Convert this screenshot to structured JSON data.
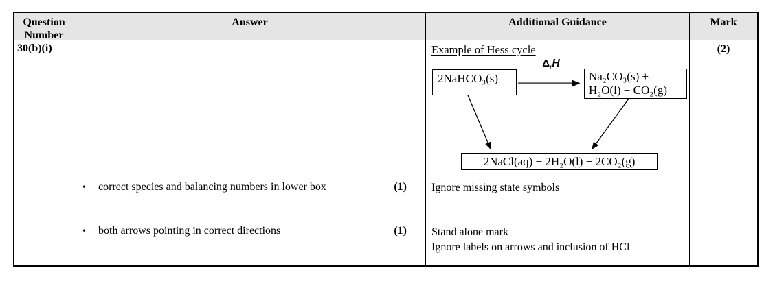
{
  "header": {
    "question_number": "Question Number",
    "answer": "Answer",
    "additional_guidance": "Additional Guidance",
    "mark": "Mark"
  },
  "row": {
    "question_number": "30(b)(i)",
    "answer": {
      "bullet_glyph": "•",
      "bullets": [
        {
          "text": "correct species and balancing numbers in lower box",
          "marks": "(1)"
        },
        {
          "text": "both arrows pointing in correct directions",
          "marks": "(1)"
        }
      ]
    },
    "guidance": {
      "heading": "Example of Hess cycle",
      "diagram": {
        "box_left": "2NaHCO₃(s)",
        "box_right_line1": "Na₂CO₃(s) +",
        "box_right_line2": "H₂O(l) + CO₂(g)",
        "box_bottom": "2NaCl(aq) + 2H₂O(l) + 2CO₂(g)",
        "arrow_label_delta": "Δ",
        "arrow_label_subscript": "r",
        "arrow_label_enthalpy": "H"
      },
      "notes": [
        "Ignore missing state symbols",
        "Stand alone mark",
        "Ignore labels on arrows and inclusion of HCl"
      ]
    },
    "mark": "(2)"
  },
  "colors": {
    "header_bg": "#e5e5e5",
    "border": "#000000",
    "reaction_arrow": "#5a5a5a"
  }
}
